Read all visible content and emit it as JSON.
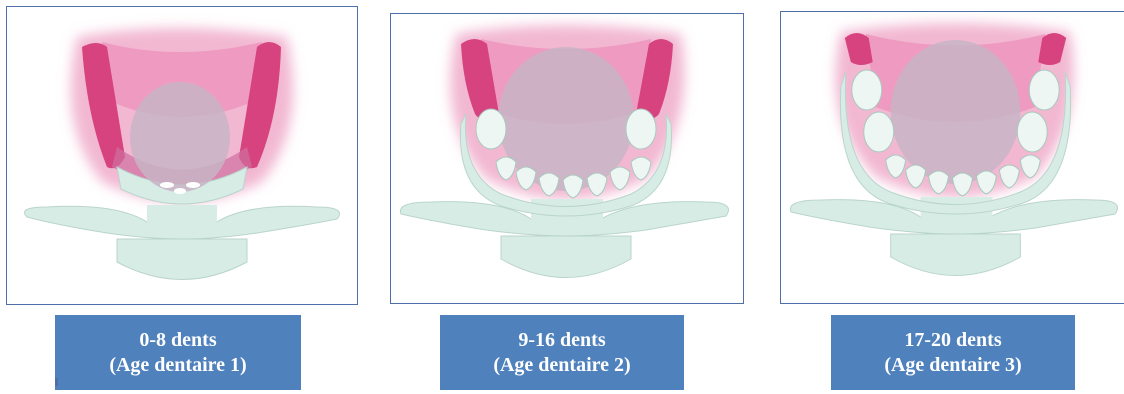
{
  "colors": {
    "caption_bg": "#4f81bd",
    "panel_border": "#4f6fa8",
    "gum_dark": "#d6437f",
    "gum_light": "#f2a9c9",
    "pacifier": "#d7ece5",
    "bulb": "#c8b4c6",
    "tooth": "#eef6f3"
  },
  "stages": [
    {
      "range": "0-8 dents",
      "age": "(Age dentaire 1)",
      "teeth": "0-8"
    },
    {
      "range": "9-16 dents",
      "age": "(Age dentaire 2)",
      "teeth": "9-16"
    },
    {
      "range": "17-20 dents",
      "age": "(Age dentaire 3)",
      "teeth": "17-20"
    }
  ]
}
